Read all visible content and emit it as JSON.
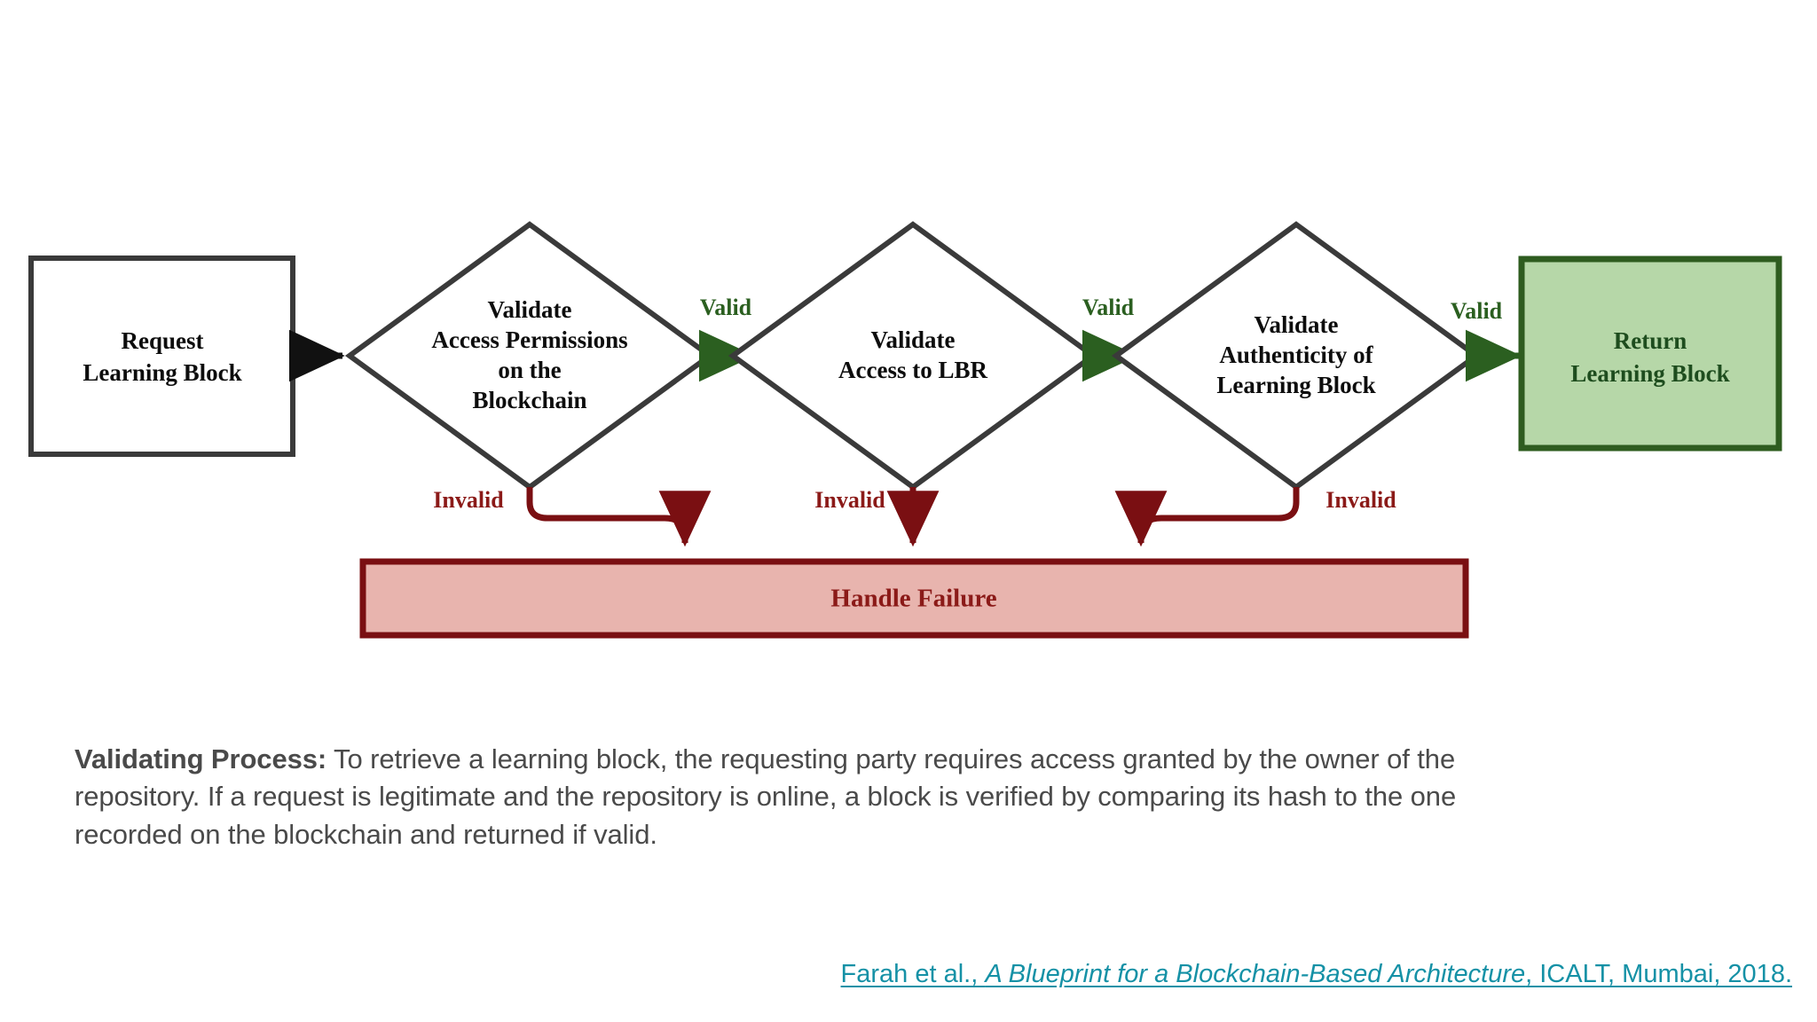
{
  "diagram": {
    "type": "flowchart",
    "start_node": {
      "id": "request-learning-block",
      "shape": "rectangle",
      "line1": "Request",
      "line2": "Learning Block",
      "fill": "#ffffff",
      "stroke": "#3a3a3a",
      "text_color": "#0d0d0d"
    },
    "decisions": [
      {
        "id": "validate-access-permissions",
        "shape": "diamond",
        "lines": [
          "Validate",
          "Access Permissions",
          "on the",
          "Blockchain"
        ],
        "valid_label": "Valid",
        "invalid_label": "Invalid",
        "fill": "#ffffff",
        "stroke": "#3a3a3a"
      },
      {
        "id": "validate-access-to-lbr",
        "shape": "diamond",
        "lines": [
          "Validate",
          "Access to LBR"
        ],
        "valid_label": "Valid",
        "invalid_label": "Invalid",
        "fill": "#ffffff",
        "stroke": "#3a3a3a"
      },
      {
        "id": "validate-authenticity",
        "shape": "diamond",
        "lines": [
          "Validate",
          "Authenticity of",
          "Learning Block"
        ],
        "valid_label": "Valid",
        "invalid_label": "Invalid",
        "fill": "#ffffff",
        "stroke": "#3a3a3a"
      }
    ],
    "success_node": {
      "id": "return-learning-block",
      "shape": "rectangle",
      "line1": "Return",
      "line2": "Learning Block",
      "fill": "#b6d7a8",
      "stroke": "#2e5c1f",
      "text_color": "#1e4d1e"
    },
    "failure_node": {
      "id": "handle-failure",
      "shape": "rectangle",
      "label": "Handle Failure",
      "fill": "#e8b4ae",
      "stroke": "#7a0f12",
      "text_color": "#8b1a18"
    },
    "colors": {
      "valid_green": "#2b5f20",
      "invalid_red": "#7a0f12",
      "node_stroke": "#3a3a3a",
      "success_fill": "#b6d7a8",
      "failure_fill": "#e8b4ae",
      "link_teal": "#1591a6"
    }
  },
  "caption": {
    "lead": "Validating Process:",
    "body": " To retrieve a learning block, the requesting party requires access granted by the owner of the repository. If a request is legitimate and the repository is online, a block is verified by comparing its hash to the one recorded on the blockchain and returned if valid."
  },
  "citation": {
    "authors": "Farah et al., ",
    "title": "A Blueprint for a Blockchain-Based Architecture",
    "venue": ", ICALT, Mumbai, 2018."
  }
}
